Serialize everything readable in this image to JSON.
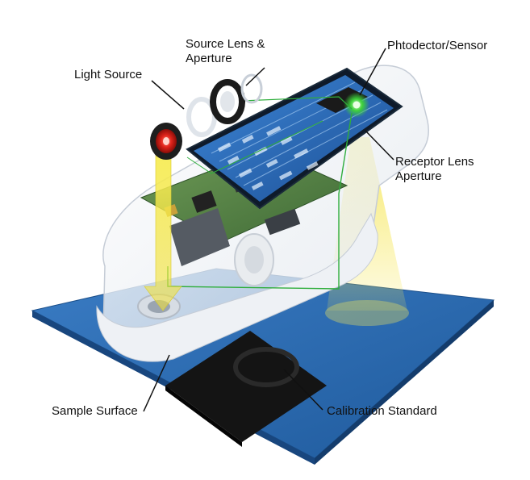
{
  "labels": {
    "light_source": "Light Source",
    "source_lens_line1": "Source Lens &",
    "source_lens_line2": "Aperture",
    "photodetector": "Phtodector/Sensor",
    "receptor_line1": "Receptor Lens",
    "receptor_line2": "Aperture",
    "sample_surface": "Sample Surface",
    "calibration_standard": "Calibration Standard"
  },
  "colors": {
    "sample_plate": "#2e6bb0",
    "calibration_tile": "#141414",
    "light_beam": "#f2e23a",
    "light_source_glow": "#e0241b",
    "sensor_glow": "#3ed13a",
    "signal_path": "#2fae3c",
    "display_panel": "#2a6fc0",
    "circuit_board": "#5f8a4a"
  }
}
